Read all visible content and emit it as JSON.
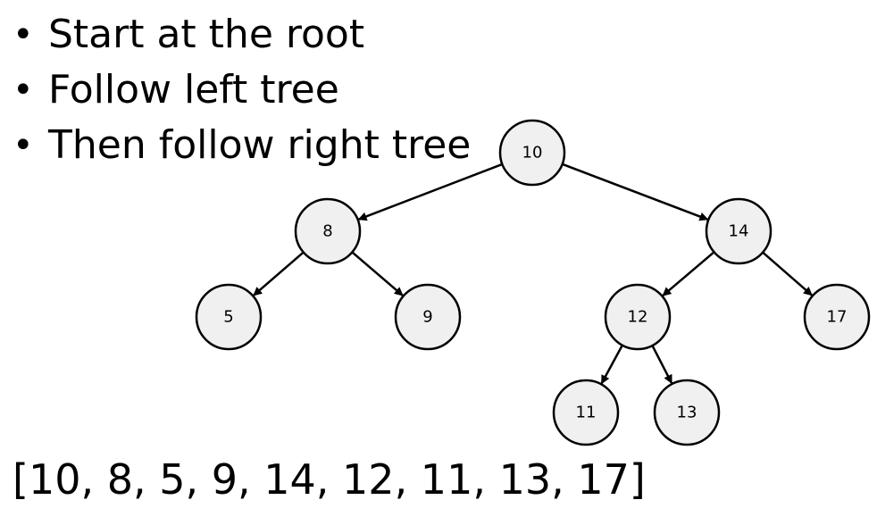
{
  "bullets": [
    {
      "text": "Start at the root"
    },
    {
      "text": "Follow left tree"
    },
    {
      "text": "Then follow right tree"
    }
  ],
  "bullet_symbol": "•",
  "tree": {
    "nodes": [
      {
        "id": "n10",
        "label": "10"
      },
      {
        "id": "n8",
        "label": "8"
      },
      {
        "id": "n14",
        "label": "14"
      },
      {
        "id": "n5",
        "label": "5"
      },
      {
        "id": "n9",
        "label": "9"
      },
      {
        "id": "n12",
        "label": "12"
      },
      {
        "id": "n17",
        "label": "17"
      },
      {
        "id": "n11",
        "label": "11"
      },
      {
        "id": "n13",
        "label": "13"
      }
    ],
    "edges": [
      {
        "from": "n10",
        "to": "n8"
      },
      {
        "from": "n10",
        "to": "n14"
      },
      {
        "from": "n8",
        "to": "n5"
      },
      {
        "from": "n8",
        "to": "n9"
      },
      {
        "from": "n14",
        "to": "n12"
      },
      {
        "from": "n14",
        "to": "n17"
      },
      {
        "from": "n12",
        "to": "n11"
      },
      {
        "from": "n12",
        "to": "n13"
      }
    ]
  },
  "result_text": "[10, 8, 5, 9, 14, 12, 11, 13, 17]"
}
